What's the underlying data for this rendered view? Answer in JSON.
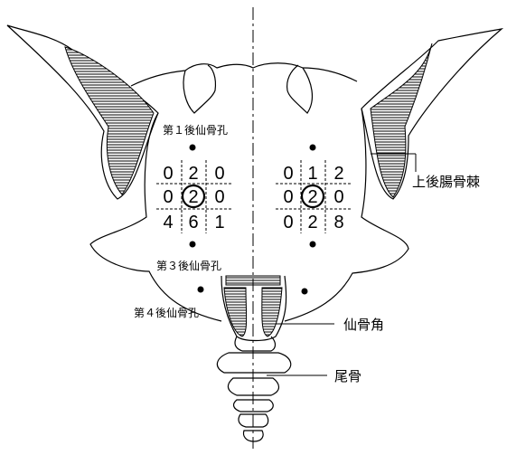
{
  "labels": {
    "foramen_1": "第１後仙骨孔",
    "foramen_3": "第３後仙骨孔",
    "foramen_4": "第４後仙骨孔",
    "psis": "上後腸骨棘",
    "sacral_horn": "仙骨角",
    "coccyx": "尾骨"
  },
  "left_grid": {
    "cells": [
      "0",
      "2",
      "0",
      "0",
      "2",
      "0",
      "4",
      "6",
      "1"
    ],
    "center_circled": true
  },
  "right_grid": {
    "cells": [
      "0",
      "1",
      "2",
      "0",
      "2",
      "0",
      "0",
      "2",
      "8"
    ],
    "center_circled": true
  },
  "colors": {
    "line": "#000000",
    "background": "#ffffff"
  }
}
